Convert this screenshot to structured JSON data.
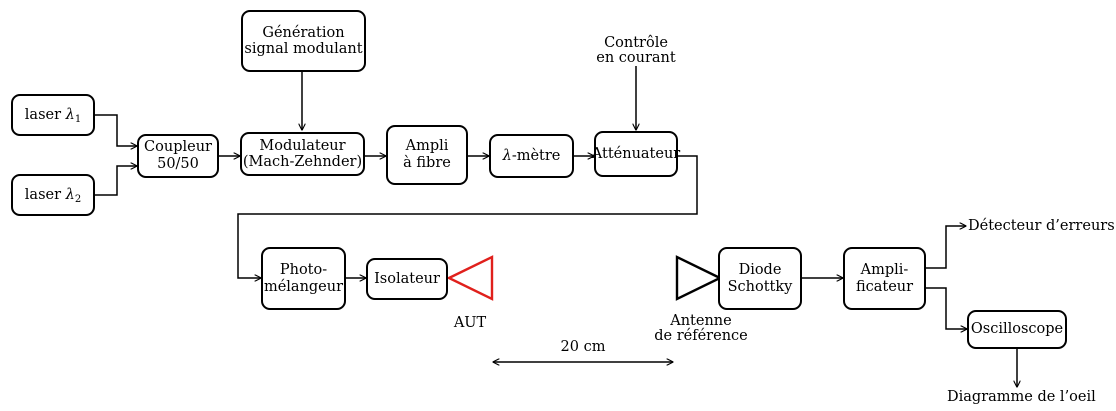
{
  "blocks": {
    "laser1": {
      "label": "laser",
      "symbol": "λ",
      "sub": "1"
    },
    "laser2": {
      "label": "laser",
      "symbol": "λ",
      "sub": "2"
    },
    "coupler": {
      "line1": "Coupleur",
      "line2": "50/50"
    },
    "modulating_signal": {
      "line1": "Génération",
      "line2": "signal modulant"
    },
    "modulator": {
      "line1": "Modulateur",
      "line2": "(Mach-Zehnder)"
    },
    "fiber_amp": {
      "line1": "Ampli",
      "line2": "à fibre"
    },
    "wavemeter": {
      "symbol": "λ",
      "suffix": "-mètre"
    },
    "attenuator": {
      "label": "Atténuateur"
    },
    "current_control": {
      "line1": "Contrôle",
      "line2": "en courant"
    },
    "photomixer": {
      "line1": "Photo-",
      "line2": "mélangeur"
    },
    "isolator": {
      "label": "Isolateur"
    },
    "schottky": {
      "line1": "Diode",
      "line2": "Schottky"
    },
    "amplifier": {
      "line1": "Ampli-",
      "line2": "ficateur"
    },
    "oscilloscope": {
      "label": "Oscilloscope"
    }
  },
  "labels": {
    "aut": "AUT",
    "ref_antenna_line1": "Antenne",
    "ref_antenna_line2": "de référence",
    "distance": "20 cm",
    "error_detector": "Détecteur d’erreurs",
    "eye_diagram": "Diagramme de l’oeil"
  },
  "colors": {
    "aut_antenna": "#e0201c",
    "ref_antenna": "#000000",
    "lines": "#000000"
  }
}
